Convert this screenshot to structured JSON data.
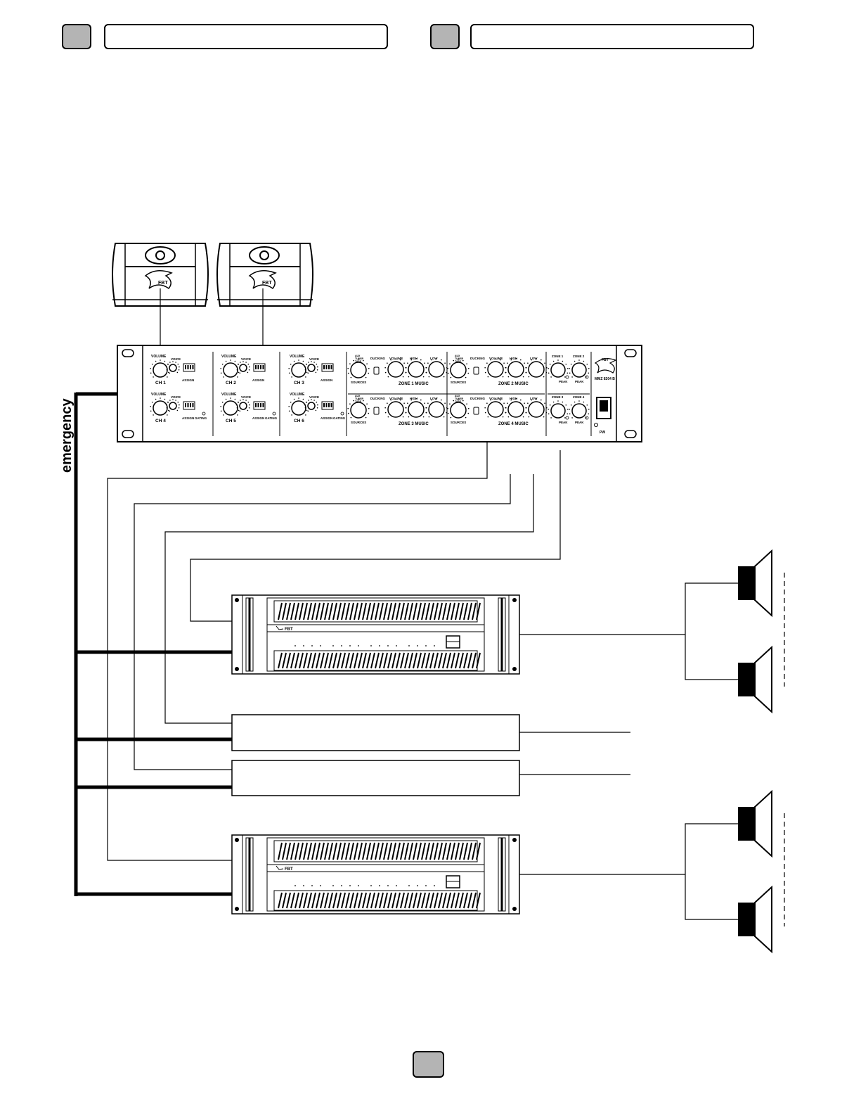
{
  "emergency_label": "emergency",
  "brand": "FBT",
  "mixer": {
    "model": "MMZ 8204 B",
    "channels": [
      {
        "name": "CH 1",
        "knob_label": "VOLUME",
        "voice_label": "VOICE",
        "assign_label": "ASSIGN",
        "gating_label": ""
      },
      {
        "name": "CH 2",
        "knob_label": "VOLUME",
        "voice_label": "VOICE",
        "assign_label": "ASSIGN",
        "gating_label": ""
      },
      {
        "name": "CH 3",
        "knob_label": "VOLUME",
        "voice_label": "VOICE",
        "assign_label": "ASSIGN",
        "gating_label": ""
      },
      {
        "name": "CH 4",
        "knob_label": "VOLUME",
        "voice_label": "VOICE",
        "assign_label": "ASSIGN",
        "gating_label": "GATING"
      },
      {
        "name": "CH 5",
        "knob_label": "VOLUME",
        "voice_label": "VOICE",
        "assign_label": "ASSIGN",
        "gating_label": "GATING"
      },
      {
        "name": "CH 6",
        "knob_label": "VOLUME",
        "voice_label": "VOICE",
        "assign_label": "ASSIGN",
        "gating_label": "GATING"
      }
    ],
    "zones": [
      {
        "name": "ZONE 1 MUSIC",
        "knobs": [
          "VOLUME",
          "HIGH",
          "LOW"
        ],
        "sources_label": "SOURCES",
        "ducking_label": "DUCKING",
        "src_options": [
          "AUX",
          "TUNER",
          "TAPE",
          "CD"
        ]
      },
      {
        "name": "ZONE 2 MUSIC",
        "knobs": [
          "VOLUME",
          "HIGH",
          "LOW"
        ],
        "sources_label": "SOURCES",
        "ducking_label": "DUCKING",
        "src_options": [
          "AUX",
          "TUNER",
          "TAPE",
          "CD"
        ]
      },
      {
        "name": "ZONE 3 MUSIC",
        "knobs": [
          "VOLUME",
          "HIGH",
          "LOW"
        ],
        "sources_label": "SOURCES",
        "ducking_label": "DUCKING",
        "src_options": [
          "AUX",
          "TUNER",
          "TAPE",
          "CD"
        ]
      },
      {
        "name": "ZONE 4 MUSIC",
        "knobs": [
          "VOLUME",
          "HIGH",
          "LOW"
        ],
        "sources_label": "SOURCES",
        "ducking_label": "DUCKING",
        "src_options": [
          "AUX",
          "TUNER",
          "TAPE",
          "CD"
        ]
      }
    ],
    "masters": [
      {
        "name": "ZONE 1",
        "peak": "PEAK"
      },
      {
        "name": "ZONE 2",
        "peak": "PEAK"
      },
      {
        "name": "ZONE 3",
        "peak": "PEAK"
      },
      {
        "name": "ZONE 4",
        "peak": "PEAK"
      }
    ],
    "power_label": "PW"
  },
  "amplifiers": [
    {
      "brand": "FBT"
    },
    {
      "brand": "FBT"
    }
  ],
  "colors": {
    "header_fill": "#b4b4b4",
    "line": "#000000"
  }
}
